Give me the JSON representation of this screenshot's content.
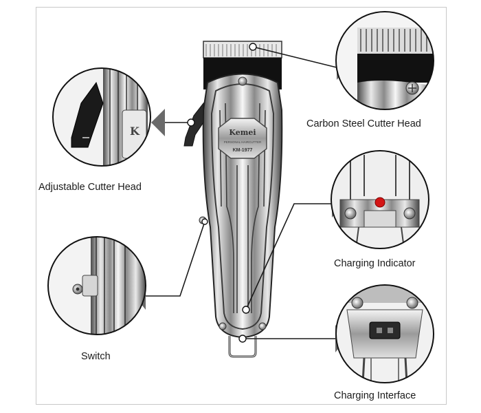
{
  "product": {
    "brand": "Kemei",
    "subtitle": "PERSONAL HAIRCUTTER",
    "model": "KM-1977"
  },
  "callouts": [
    {
      "id": "carbon-steel-cutter-head",
      "label": "Carbon Steel Cutter Head"
    },
    {
      "id": "adjustable-cutter-head",
      "label": "Adjustable Cutter Head"
    },
    {
      "id": "charging-indicator",
      "label": "Charging Indicator"
    },
    {
      "id": "switch",
      "label": "Switch"
    },
    {
      "id": "charging-interface",
      "label": "Charging Interface"
    }
  ],
  "colors": {
    "indicator": "#d41515",
    "line": "#1a1a1a",
    "chrome_light": "#f2f2f2",
    "chrome_dark": "#555555",
    "blade_black": "#111111"
  }
}
